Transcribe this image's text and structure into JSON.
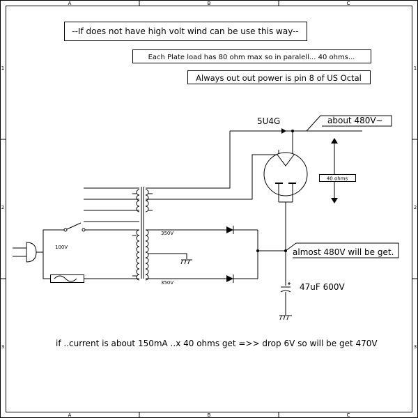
{
  "frame": {
    "col_labels": [
      "A",
      "B",
      "C"
    ],
    "row_labels": [
      "1",
      "2",
      "3"
    ]
  },
  "notes": {
    "title": "--If does not have high volt wind can be use this way--",
    "plate_load": "Each Plate load has 80 ohm max so in paralell... 40 ohms...",
    "octal": "Always out out power is pin 8 of US Octal",
    "summary": "if ..current is about 150mA ..x 40 ohms get =>> drop 6V so will be get 470V"
  },
  "components": {
    "tube": "5U4G",
    "input_voltage": "about 480V~",
    "resistance": "40 ohms",
    "mains_voltage": "100V",
    "winding_top": "350V",
    "winding_bottom": "350V",
    "output_voltage": "almost 480V will be get.",
    "capacitor": "47uF 600V"
  }
}
